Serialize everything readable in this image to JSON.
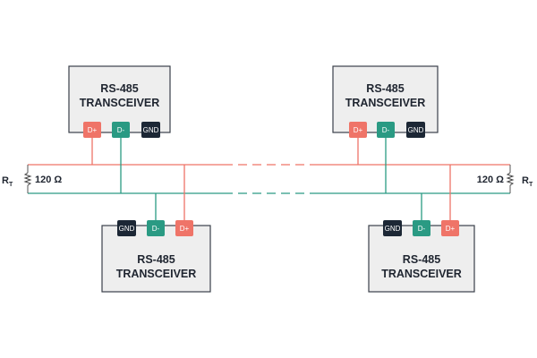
{
  "colors": {
    "d_plus": "#ef7468",
    "d_minus": "#2a9a83",
    "gnd": "#1c2735",
    "a_line": "#ef7468",
    "b_line": "#2a9a83",
    "box_fill": "#eeeeee",
    "box_border": "#3a3f4a"
  },
  "transceivers": [
    {
      "line1": "RS-485",
      "line2": "TRANSCEIVER",
      "pins": [
        "D+",
        "D-",
        "GND"
      ]
    },
    {
      "line1": "RS-485",
      "line2": "TRANSCEIVER",
      "pins": [
        "D+",
        "D-",
        "GND"
      ]
    },
    {
      "line1": "RS-485",
      "line2": "TRANSCEIVER",
      "pins": [
        "GND",
        "D-",
        "D+"
      ]
    },
    {
      "line1": "RS-485",
      "line2": "TRANSCEIVER",
      "pins": [
        "GND",
        "D-",
        "D+"
      ]
    }
  ],
  "terminators": {
    "left": {
      "label": "R",
      "sub": "T",
      "value": "120 Ω"
    },
    "right": {
      "label": "R",
      "sub": "T",
      "value": "120 Ω"
    }
  }
}
